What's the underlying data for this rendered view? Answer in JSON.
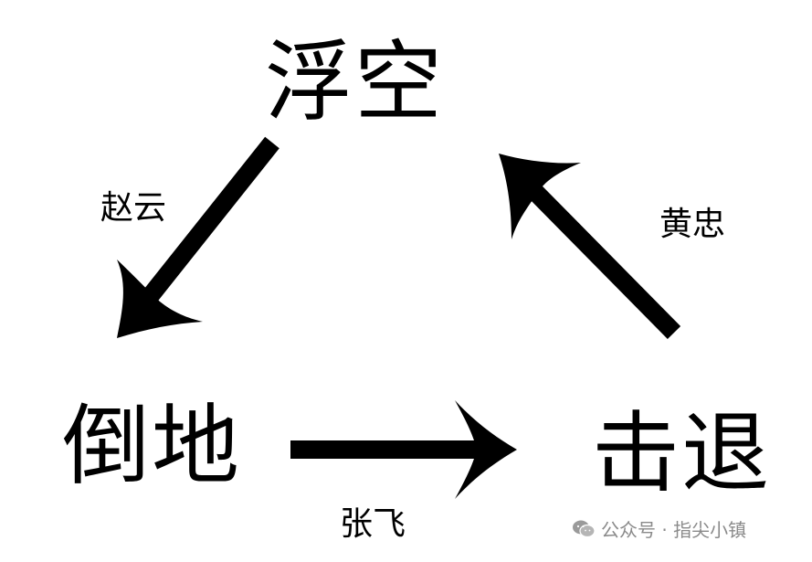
{
  "nodes": {
    "top": "浮空",
    "left": "倒地",
    "right": "击退"
  },
  "edges": [
    {
      "from": "top",
      "to": "left",
      "label": "赵云"
    },
    {
      "from": "left",
      "to": "right",
      "label": "张飞"
    },
    {
      "from": "right",
      "to": "top",
      "label": "黄忠"
    }
  ],
  "watermark": {
    "icon": "wechat-icon",
    "text": "公众号 · 指尖小镇"
  },
  "colors": {
    "ink": "#000000",
    "background": "#ffffff",
    "watermark": "#8a8a8a"
  }
}
